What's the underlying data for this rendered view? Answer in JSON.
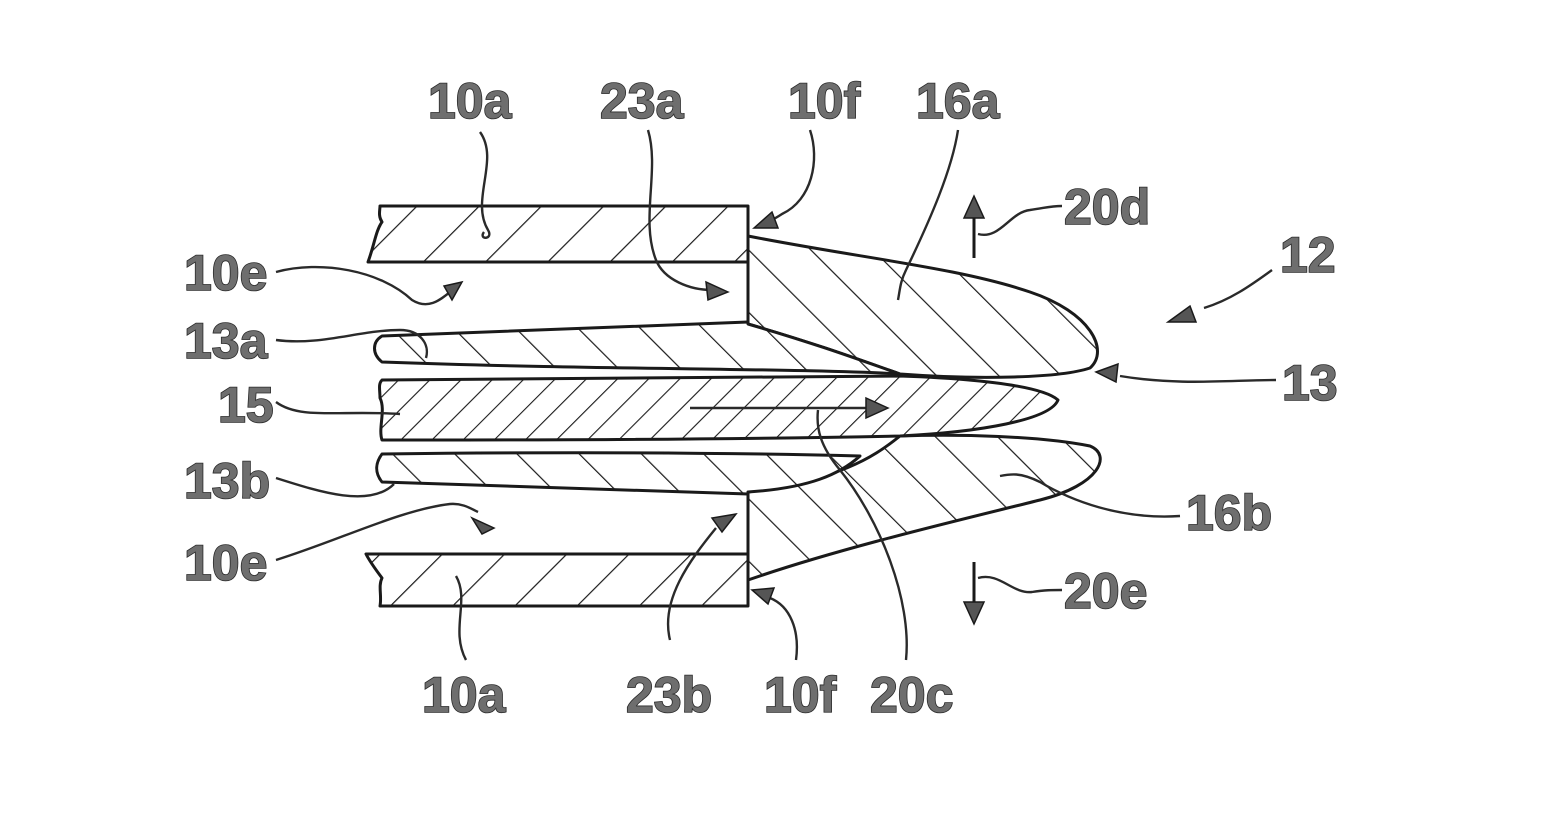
{
  "labels": {
    "10a_top": "10a",
    "23a": "23a",
    "10f_top": "10f",
    "16a": "16a",
    "20d": "20d",
    "12": "12",
    "10e_top": "10e",
    "13a": "13a",
    "15": "15",
    "13": "13",
    "13b": "13b",
    "16b": "16b",
    "10e_bottom": "10e",
    "20e": "20e",
    "10a_bottom": "10a",
    "23b": "23b",
    "10f_bottom": "10f",
    "20c": "20c"
  },
  "colors": {
    "line": "#1a1a1a",
    "label_fill": "#6e6e6e",
    "background": "#ffffff"
  }
}
